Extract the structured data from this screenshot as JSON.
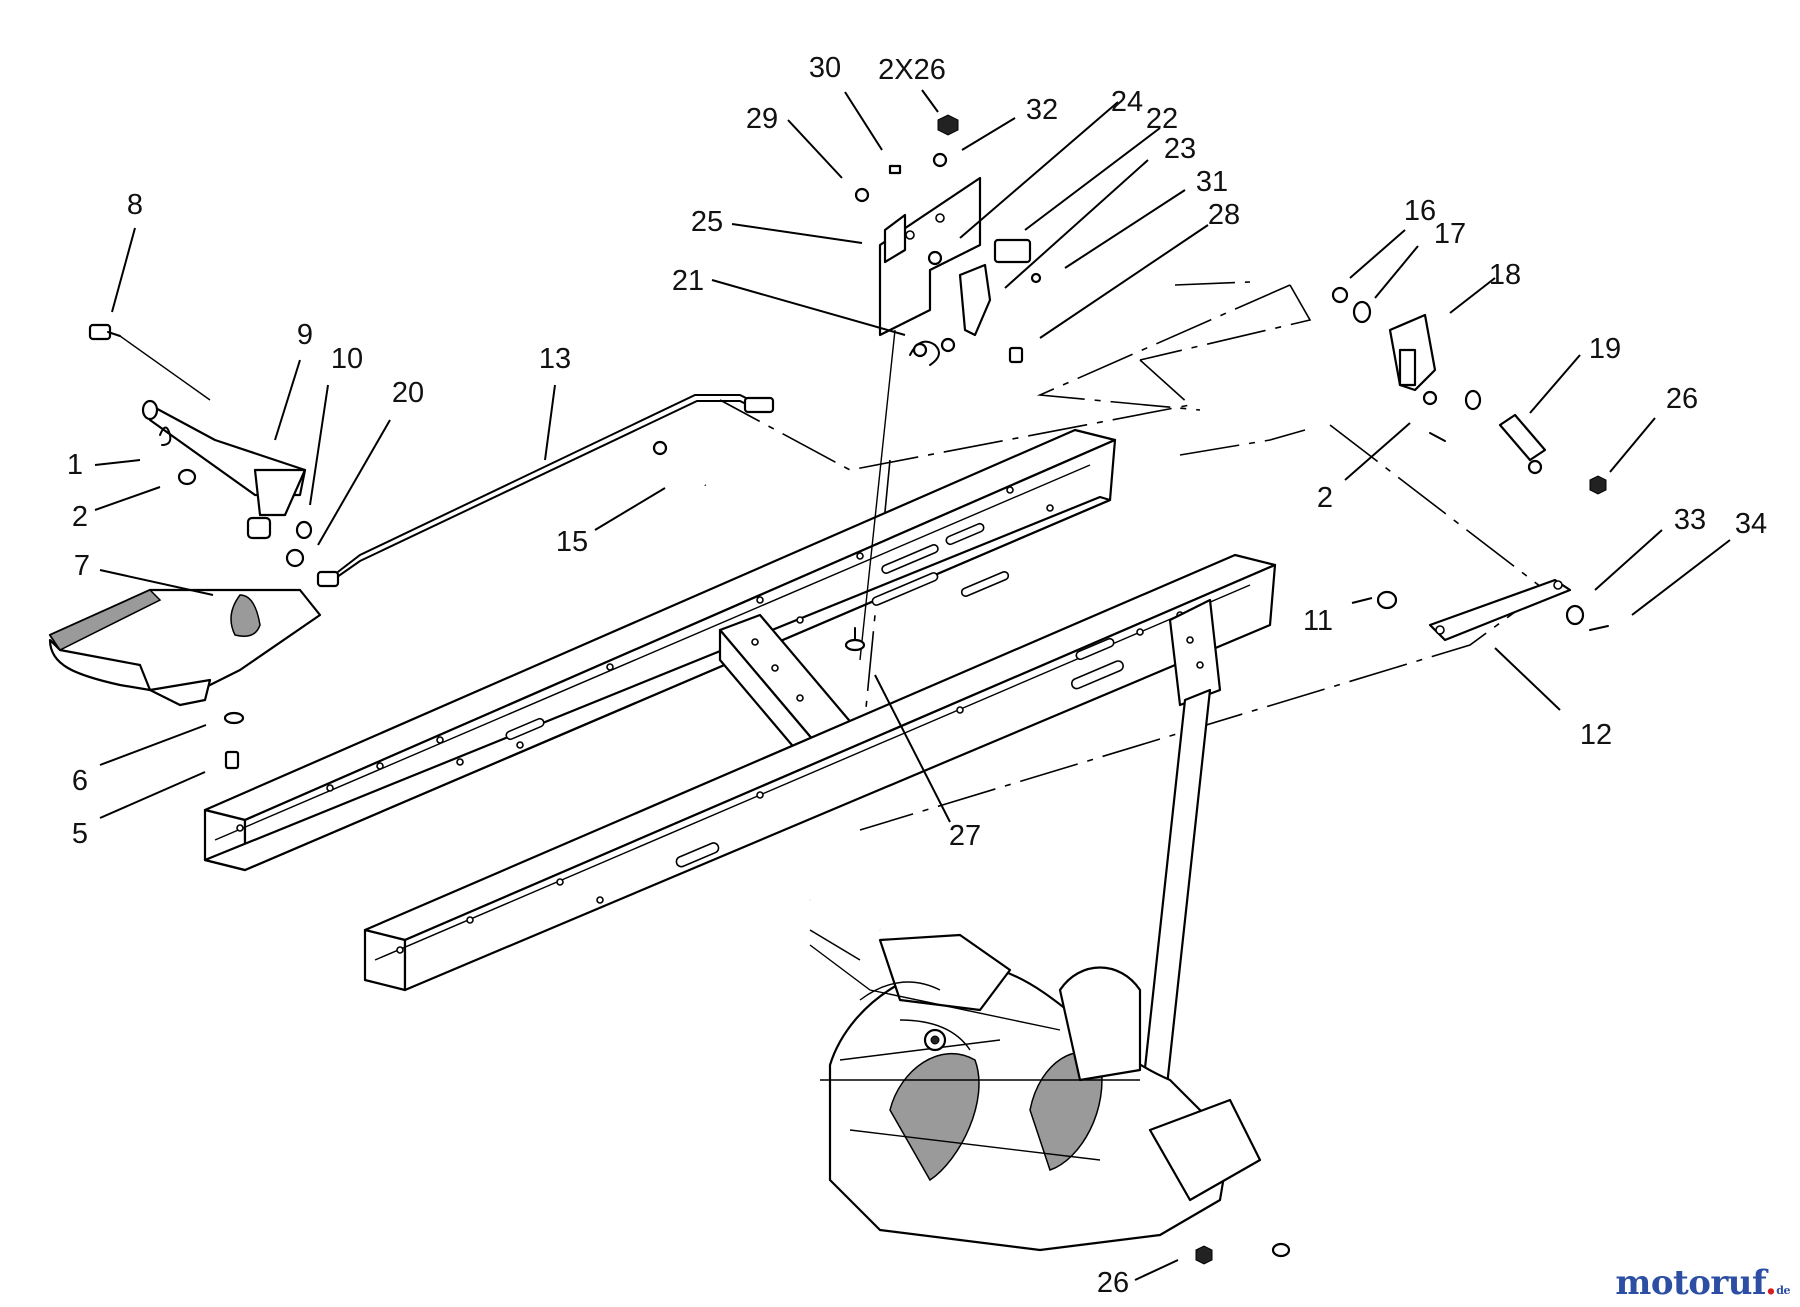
{
  "callouts": [
    {
      "id": "c-8",
      "text": "8"
    },
    {
      "id": "c-9",
      "text": "9"
    },
    {
      "id": "c-10",
      "text": "10"
    },
    {
      "id": "c-20",
      "text": "20"
    },
    {
      "id": "c-1",
      "text": "1"
    },
    {
      "id": "c-2a",
      "text": "2"
    },
    {
      "id": "c-7",
      "text": "7"
    },
    {
      "id": "c-6",
      "text": "6"
    },
    {
      "id": "c-5",
      "text": "5"
    },
    {
      "id": "c-13",
      "text": "13"
    },
    {
      "id": "c-15",
      "text": "15"
    },
    {
      "id": "c-27",
      "text": "27"
    },
    {
      "id": "c-30",
      "text": "30"
    },
    {
      "id": "c-2x26",
      "text": "2X26"
    },
    {
      "id": "c-29",
      "text": "29"
    },
    {
      "id": "c-32",
      "text": "32"
    },
    {
      "id": "c-24",
      "text": "24"
    },
    {
      "id": "c-22",
      "text": "22"
    },
    {
      "id": "c-23",
      "text": "23"
    },
    {
      "id": "c-31",
      "text": "31"
    },
    {
      "id": "c-28",
      "text": "28"
    },
    {
      "id": "c-25",
      "text": "25"
    },
    {
      "id": "c-21",
      "text": "21"
    },
    {
      "id": "c-16",
      "text": "16"
    },
    {
      "id": "c-17",
      "text": "17"
    },
    {
      "id": "c-18",
      "text": "18"
    },
    {
      "id": "c-19",
      "text": "19"
    },
    {
      "id": "c-26a",
      "text": "26"
    },
    {
      "id": "c-2b",
      "text": "2"
    },
    {
      "id": "c-33",
      "text": "33"
    },
    {
      "id": "c-34",
      "text": "34"
    },
    {
      "id": "c-11",
      "text": "11"
    },
    {
      "id": "c-12",
      "text": "12"
    },
    {
      "id": "c-26b",
      "text": "26"
    }
  ],
  "watermark": {
    "main": "motoruf",
    "dot": ".",
    "suffix": "de"
  },
  "colors": {
    "ink": "#000000",
    "watermark_blue": "#2d4fa3",
    "watermark_red": "#d32020"
  }
}
